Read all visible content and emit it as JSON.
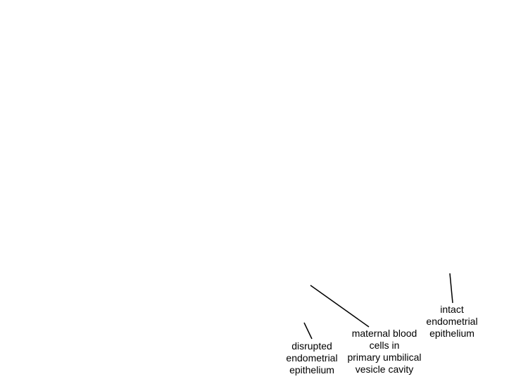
{
  "labels": {
    "intact_epithelium": "intact\nendometrial\nepithelium",
    "maternal_blood_cells": "maternal blood\ncells in\nprimary umbilical\nvesicle cavity",
    "disrupted_epithelium": "disrupted\nendometrial\nepithelium"
  },
  "colors": {
    "background": "#ffffff",
    "text": "#000000",
    "leader_line": "#000000"
  }
}
